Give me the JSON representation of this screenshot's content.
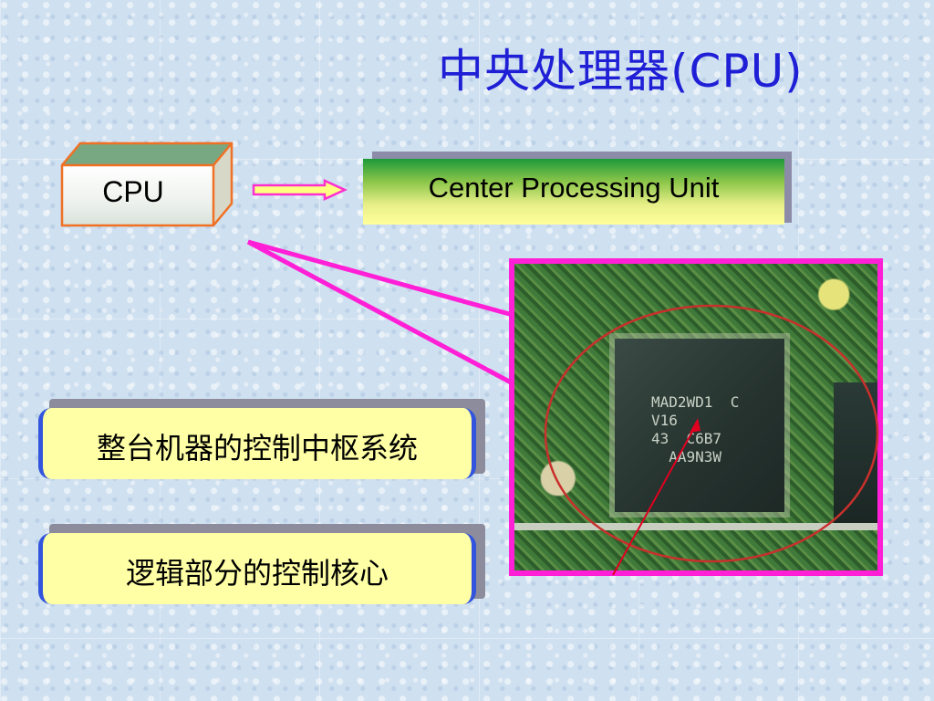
{
  "slide": {
    "title": "中央处理器(CPU)",
    "box_label": "CPU",
    "banner_text": "Center Processing Unit",
    "callouts": [
      {
        "text": "整台机器的控制中枢系统"
      },
      {
        "text": "逻辑部分的控制核心"
      }
    ],
    "photo": {
      "chip_marking": "MAD2WD1  C\nV16\n43  C6B7\n  AA9N3W"
    }
  },
  "colors": {
    "title": "#1f1fd6",
    "frame": "#ff1fd6",
    "connector": "#ff1fd6",
    "callout_fill": "#ffffa6",
    "callout_bracket": "#3355dd",
    "circle": "#c8302c",
    "arrow_line": "#e00020"
  },
  "icons": {
    "arrow": "right-arrow-icon",
    "box": "cube-shape"
  }
}
